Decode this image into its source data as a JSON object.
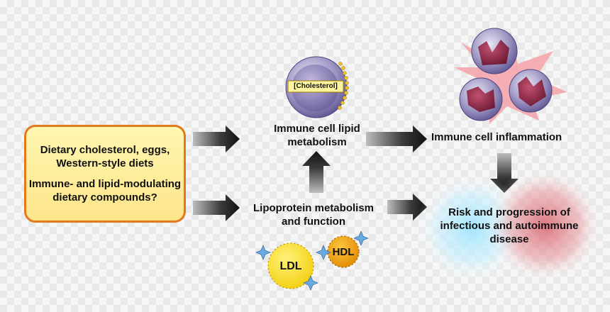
{
  "inputs": {
    "line1": "Dietary cholesterol, eggs, Western-style diets",
    "line2": "Immune- and lipid-modulating dietary compounds?"
  },
  "nodes": {
    "immune_lipid": "Immune cell lipid metabolism",
    "lipoprotein": "Lipoprotein metabolism and function",
    "inflammation": "Immune cell inflammation",
    "risk": "Risk and progression of infectious and autoimmune disease"
  },
  "cell_label": "[Cholesterol]",
  "lipoproteins": {
    "ldl": "LDL",
    "hdl": "HDL"
  },
  "colors": {
    "box_border": "#e07a1c",
    "box_fill": "#fde58a",
    "cell": "#8f86b8",
    "inflamed_nucleus": "#8b2a45",
    "ldl": "#ffe23a",
    "hdl": "#f5a400",
    "sparkle": "#6aa8e0"
  }
}
